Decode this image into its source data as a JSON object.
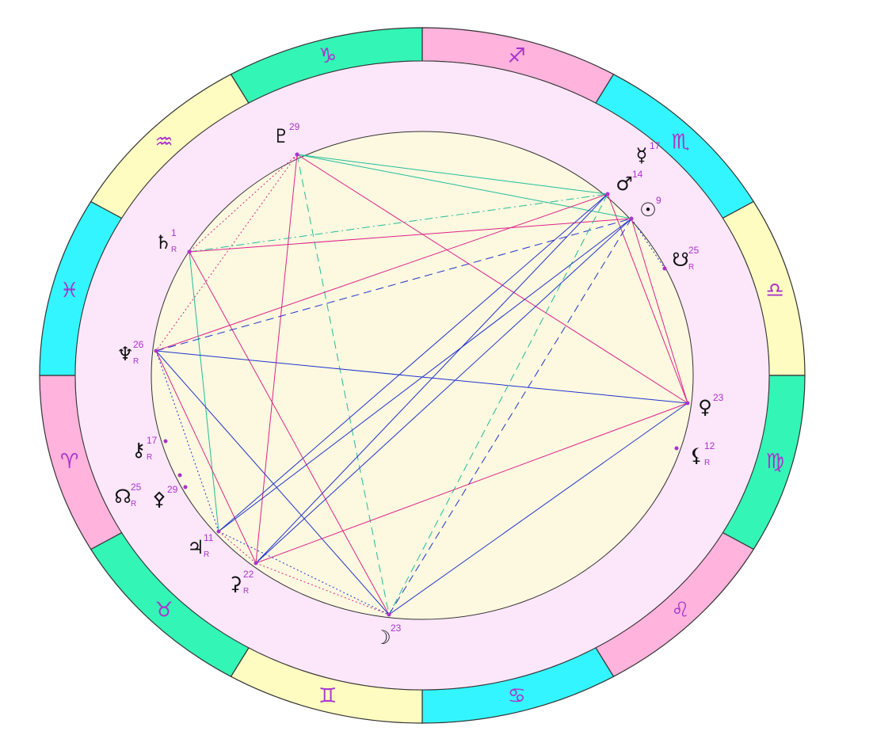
{
  "chart": {
    "colors": {
      "outer_ring_border": "#333333",
      "inner_band": "#fce6fa",
      "aspect_area": "#fcf9e0",
      "glyph": "#aa33cc",
      "planet": "#111111",
      "element_colors": {
        "fire": "#ffb3dd",
        "earth": "#33f5b5",
        "air": "#fefcc0",
        "water": "#33f5ff"
      }
    },
    "signs": [
      {
        "name": "Sagittarius",
        "glyph": "♐",
        "element": "fire"
      },
      {
        "name": "Scorpio",
        "glyph": "♏",
        "element": "water"
      },
      {
        "name": "Libra",
        "glyph": "♎",
        "element": "air"
      },
      {
        "name": "Virgo",
        "glyph": "♍",
        "element": "earth"
      },
      {
        "name": "Leo",
        "glyph": "♌",
        "element": "fire"
      },
      {
        "name": "Cancer",
        "glyph": "♋",
        "element": "water"
      },
      {
        "name": "Gemini",
        "glyph": "♊",
        "element": "air"
      },
      {
        "name": "Taurus",
        "glyph": "♉",
        "element": "earth"
      },
      {
        "name": "Aries",
        "glyph": "♈",
        "element": "fire"
      },
      {
        "name": "Pisces",
        "glyph": "♓",
        "element": "water"
      },
      {
        "name": "Aquarius",
        "glyph": "♒",
        "element": "air"
      },
      {
        "name": "Capricorn",
        "glyph": "♑",
        "element": "earth"
      }
    ],
    "planets": [
      {
        "id": "pluto",
        "glyph": "♇",
        "deg": "29",
        "retro": ""
      },
      {
        "id": "mercury",
        "glyph": "☿",
        "deg": "17",
        "retro": ""
      },
      {
        "id": "mars",
        "glyph": "♂",
        "deg": "14",
        "retro": ""
      },
      {
        "id": "sun",
        "glyph": "☉",
        "deg": "9",
        "retro": ""
      },
      {
        "id": "south-node",
        "glyph": "☋",
        "deg": "25",
        "retro": "R"
      },
      {
        "id": "venus",
        "glyph": "♀",
        "deg": "23",
        "retro": ""
      },
      {
        "id": "black-moon",
        "glyph": "⚸",
        "deg": "12",
        "retro": "R"
      },
      {
        "id": "moon",
        "glyph": "☽",
        "deg": "23",
        "retro": ""
      },
      {
        "id": "ceres",
        "glyph": "⚳",
        "deg": "22",
        "retro": "R"
      },
      {
        "id": "jupiter",
        "glyph": "♃",
        "deg": "11",
        "retro": "R"
      },
      {
        "id": "ceres-2",
        "glyph": "⚴",
        "deg": "29",
        "retro": ""
      },
      {
        "id": "north-node",
        "glyph": "☊",
        "deg": "25",
        "retro": "R"
      },
      {
        "id": "chiron",
        "glyph": "⚷",
        "deg": "17",
        "retro": "R"
      },
      {
        "id": "neptune",
        "glyph": "♆",
        "deg": "26",
        "retro": "R"
      },
      {
        "id": "saturn",
        "glyph": "♄",
        "deg": "1",
        "retro": "R"
      }
    ],
    "aspects": [
      {
        "from": "pluto",
        "to": "mars",
        "color": "#22bb99",
        "style": "solid"
      },
      {
        "from": "pluto",
        "to": "sun",
        "color": "#22bb99",
        "style": "solid"
      },
      {
        "from": "pluto",
        "to": "saturn",
        "color": "#dd2288",
        "style": "dotted"
      },
      {
        "from": "pluto",
        "to": "neptune",
        "color": "#dd2288",
        "style": "dotted"
      },
      {
        "from": "pluto",
        "to": "ceres",
        "color": "#dd2288",
        "style": "solid"
      },
      {
        "from": "pluto",
        "to": "venus",
        "color": "#dd2288",
        "style": "solid"
      },
      {
        "from": "pluto",
        "to": "moon",
        "color": "#22bb99",
        "style": "dashed"
      },
      {
        "from": "saturn",
        "to": "mars",
        "color": "#22bb99",
        "style": "dashdot"
      },
      {
        "from": "saturn",
        "to": "sun",
        "color": "#dd2288",
        "style": "solid"
      },
      {
        "from": "saturn",
        "to": "jupiter",
        "color": "#22bb99",
        "style": "solid"
      },
      {
        "from": "saturn",
        "to": "moon",
        "color": "#dd2288",
        "style": "solid"
      },
      {
        "from": "neptune",
        "to": "mars",
        "color": "#dd2288",
        "style": "solid"
      },
      {
        "from": "neptune",
        "to": "sun",
        "color": "#2233cc",
        "style": "dashed"
      },
      {
        "from": "neptune",
        "to": "venus",
        "color": "#2233cc",
        "style": "solid"
      },
      {
        "from": "neptune",
        "to": "ceres",
        "color": "#dd2288",
        "style": "solid"
      },
      {
        "from": "neptune",
        "to": "jupiter",
        "color": "#2233cc",
        "style": "dotted"
      },
      {
        "from": "neptune",
        "to": "moon",
        "color": "#2233cc",
        "style": "solid"
      },
      {
        "from": "mars",
        "to": "venus",
        "color": "#dd2288",
        "style": "solid"
      },
      {
        "from": "mars",
        "to": "jupiter",
        "color": "#2233cc",
        "style": "solid"
      },
      {
        "from": "mars",
        "to": "ceres",
        "color": "#2233cc",
        "style": "solid"
      },
      {
        "from": "mars",
        "to": "moon",
        "color": "#22bb99",
        "style": "dashed"
      },
      {
        "from": "sun",
        "to": "jupiter",
        "color": "#2233cc",
        "style": "solid"
      },
      {
        "from": "sun",
        "to": "ceres",
        "color": "#2233cc",
        "style": "solid"
      },
      {
        "from": "sun",
        "to": "moon",
        "color": "#2233cc",
        "style": "dashed"
      },
      {
        "from": "sun",
        "to": "venus",
        "color": "#dd2288",
        "style": "solid"
      },
      {
        "from": "sun",
        "to": "south-node",
        "color": "#2233cc",
        "style": "dotted"
      },
      {
        "from": "venus",
        "to": "ceres",
        "color": "#dd2288",
        "style": "solid"
      },
      {
        "from": "venus",
        "to": "moon",
        "color": "#2233cc",
        "style": "solid"
      },
      {
        "from": "jupiter",
        "to": "moon",
        "color": "#2233cc",
        "style": "dotted"
      },
      {
        "from": "jupiter",
        "to": "ceres",
        "color": "#dd2288",
        "style": "dotted"
      },
      {
        "from": "ceres",
        "to": "moon",
        "color": "#dd2288",
        "style": "dotted"
      }
    ]
  }
}
